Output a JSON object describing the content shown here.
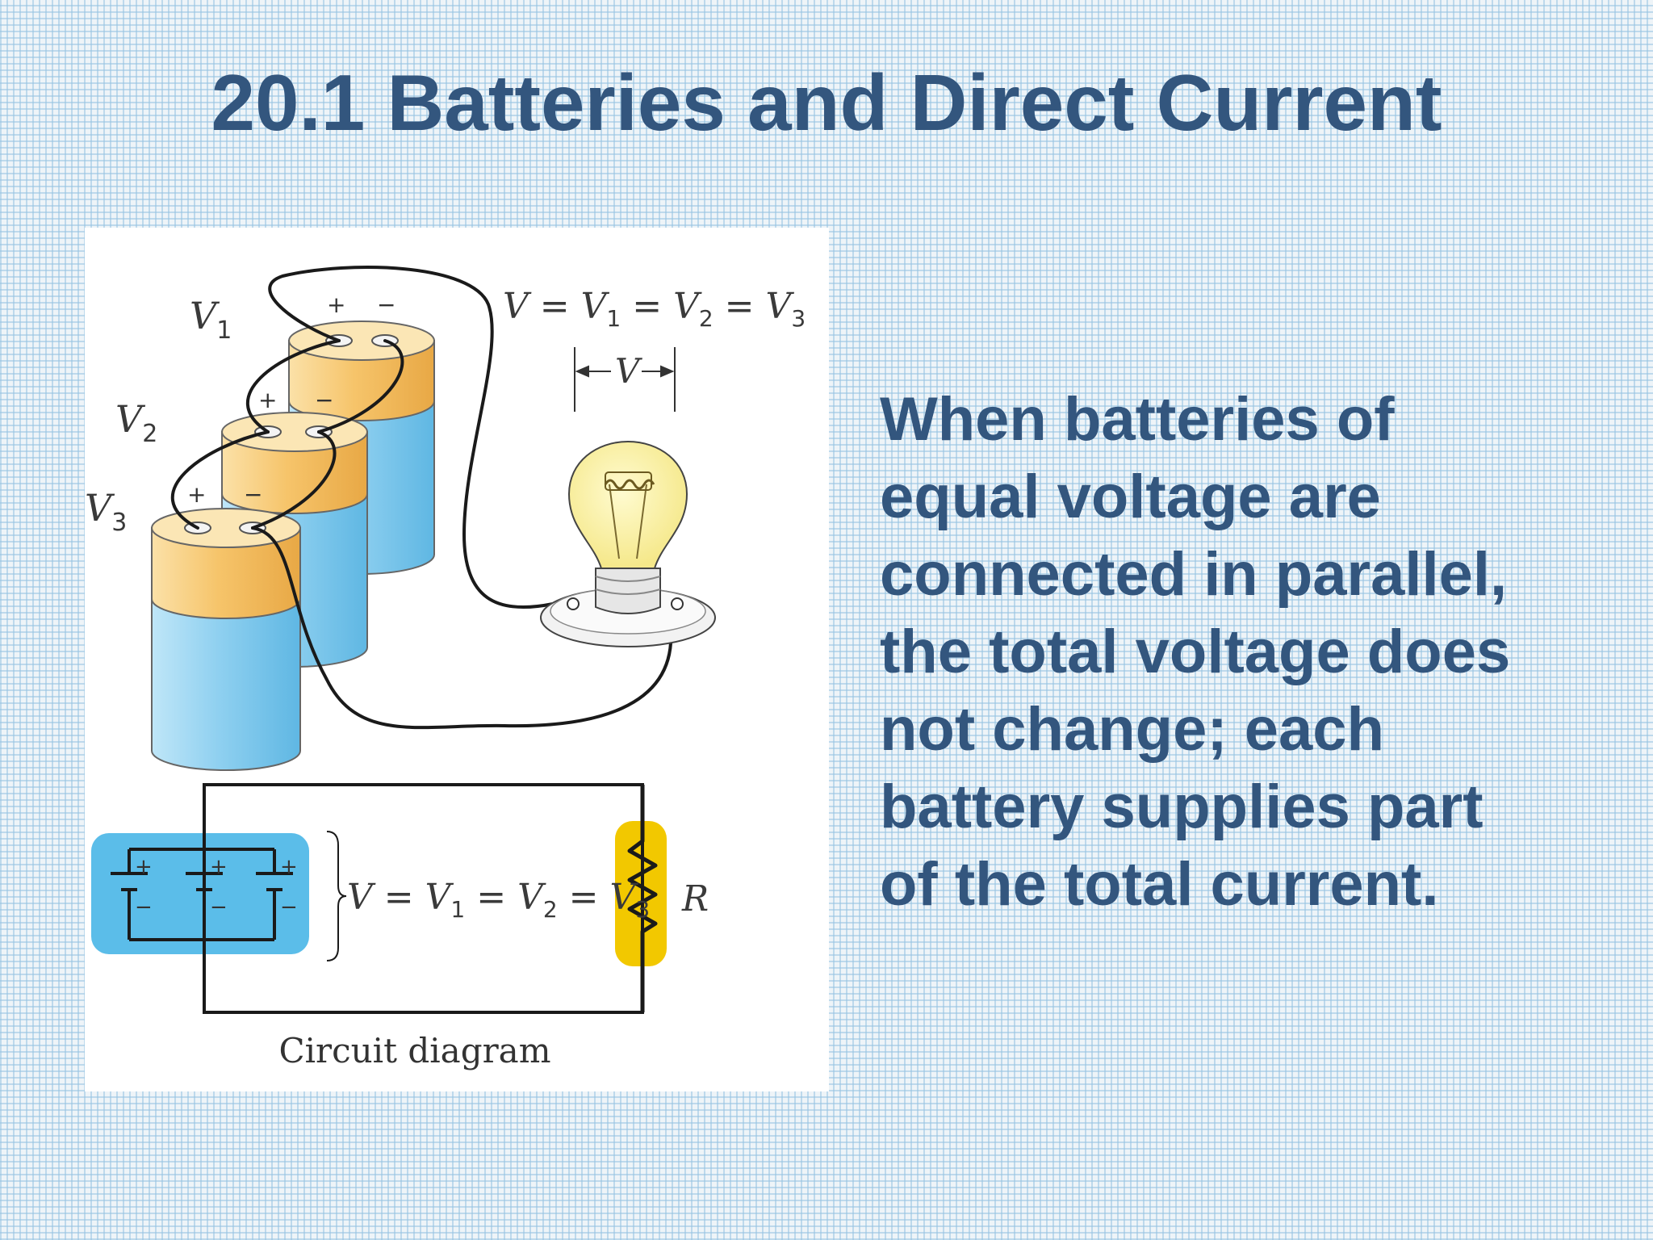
{
  "slide": {
    "title": "20.1 Batteries and Direct Current",
    "body_lines": [
      "When batteries of",
      "equal voltage are",
      "connected in parallel,",
      "the total voltage does",
      "not change; each",
      "battery supplies part",
      "of the total current."
    ]
  },
  "figure": {
    "equation_top": {
      "v": "V",
      "eq": " = ",
      "v1": "V",
      "s1": "1",
      "v2": "V",
      "s2": "2",
      "v3": "V",
      "s3": "3"
    },
    "bulb_voltage": "V",
    "battery_labels": [
      {
        "v": "V",
        "sub": "1"
      },
      {
        "v": "V",
        "sub": "2"
      },
      {
        "v": "V",
        "sub": "3"
      }
    ],
    "plus": "+",
    "minus": "−",
    "equation_bottom": {
      "v": "V",
      "eq": " = ",
      "v1": "V",
      "s1": "1",
      "v2": "V",
      "s2": "2",
      "v3": "V",
      "s3": "3"
    },
    "resistor_label": "R",
    "caption": "Circuit diagram"
  },
  "colors": {
    "title": "#33567e",
    "battery_top": "#f6c46a",
    "battery_body": "#8fd0f0",
    "battery_highlight": "#1ba0e0",
    "resistor_highlight": "#f2c800",
    "bulb": "#fbf3a0"
  }
}
